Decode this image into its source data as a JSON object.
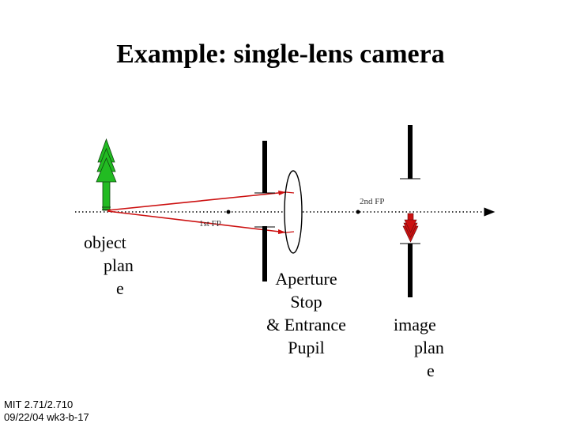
{
  "title": "Example: single-lens camera",
  "labels": {
    "first_fp": "1st FP",
    "second_fp": "2nd FP",
    "object_plane": [
      "object",
      "plan",
      "e"
    ],
    "aperture": [
      "Aperture",
      "Stop",
      "& Entrance",
      "Pupil"
    ],
    "image_plane": [
      "image",
      "plan",
      "e"
    ]
  },
  "footer": {
    "line1": "MIT 2.71/2.710",
    "line2": "09/22/04 wk3-b-17"
  },
  "colors": {
    "object_arrow": "#22bb22",
    "image_arrow": "#cc1111",
    "rays": "#cc1111"
  }
}
